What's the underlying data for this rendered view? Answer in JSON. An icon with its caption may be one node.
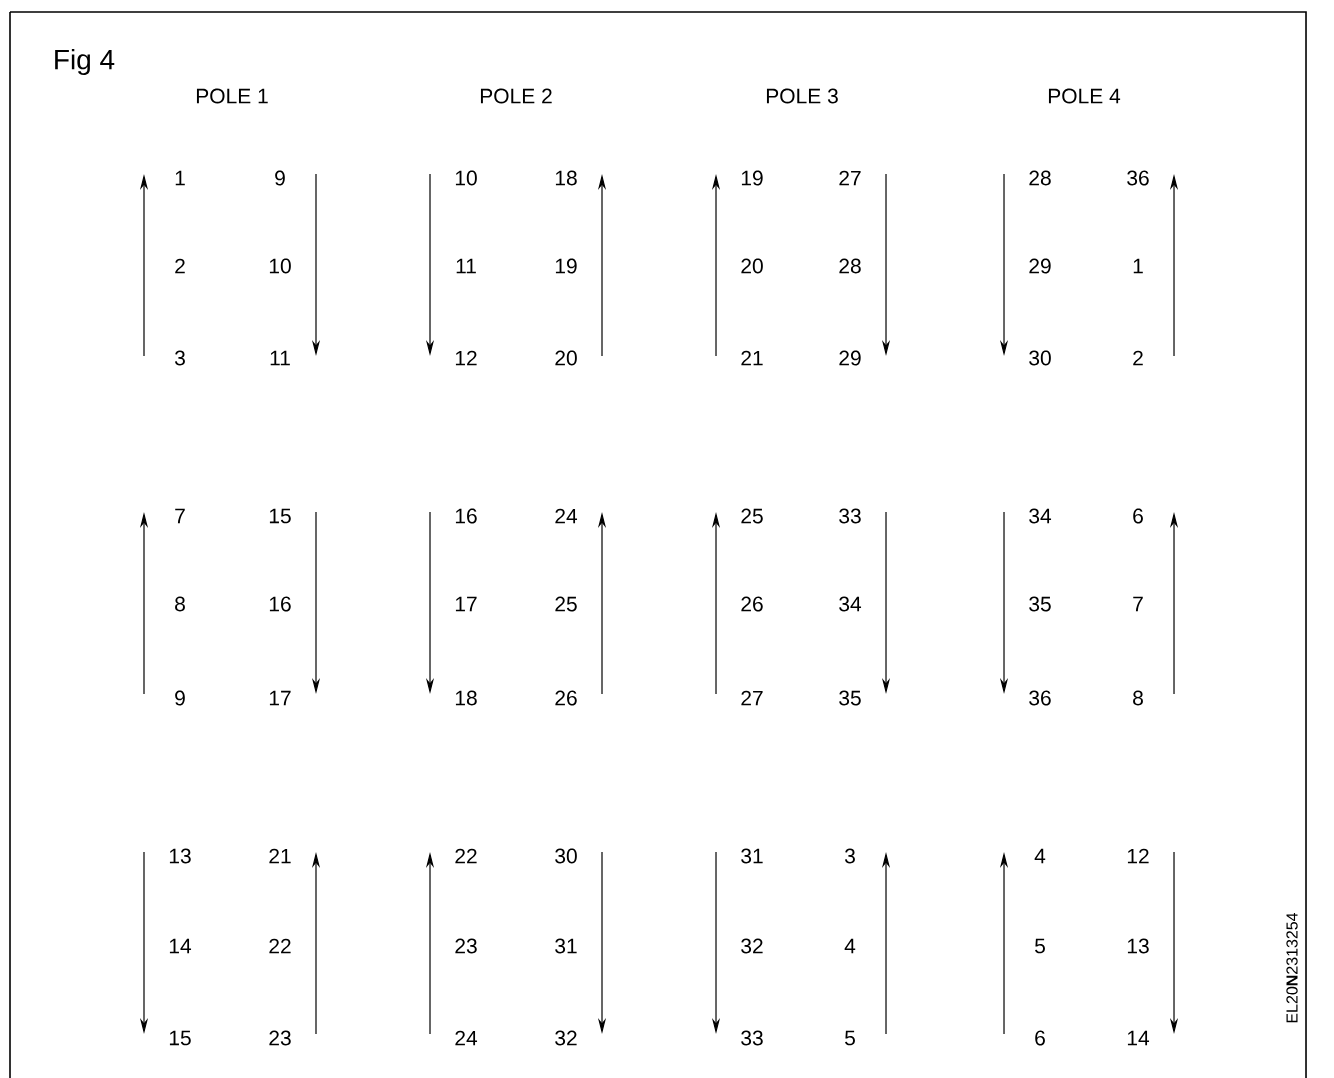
{
  "diagram": {
    "labels": [
      "Fig 4",
      "POLE 1",
      "POLE 2",
      "POLE 3",
      "POLE 4",
      "1",
      "9",
      "10",
      "18",
      "19",
      "27",
      "28",
      "36",
      "2",
      "10",
      "11",
      "19",
      "20",
      "28",
      "29",
      "1",
      "3",
      "11",
      "12",
      "20",
      "21",
      "29",
      "30",
      "2",
      "7",
      "15",
      "16",
      "24",
      "25",
      "33",
      "34",
      "6",
      "8",
      "16",
      "17",
      "25",
      "26",
      "34",
      "35",
      "7",
      "9",
      "17",
      "18",
      "26",
      "27",
      "35",
      "36",
      "8",
      "13",
      "21",
      "22",
      "30",
      "31",
      "3",
      "4",
      "12",
      "14",
      "22",
      "23",
      "31",
      "32",
      "4",
      "5",
      "13",
      "15",
      "23",
      "24",
      "32",
      "33",
      "5",
      "6",
      "14",
      "EL20**N**2313254"
    ]
  }
}
